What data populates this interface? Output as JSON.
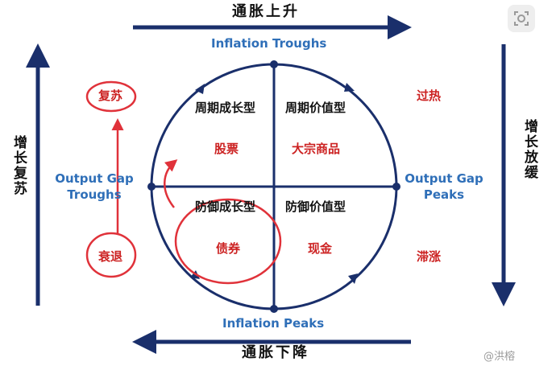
{
  "arrows": {
    "top": "通胀上升",
    "bottom": "通胀下降",
    "left": "增长复苏",
    "right": "增长放缓"
  },
  "axes": {
    "top": "Inflation Troughs",
    "bottom": "Inflation Peaks",
    "left": "Output Gap Troughs",
    "right": "Output Gap Peaks"
  },
  "quadrants": {
    "top_left": {
      "title": "周期成长型",
      "asset": "股票"
    },
    "top_right": {
      "title": "周期价值型",
      "asset": "大宗商品"
    },
    "bottom_left": {
      "title": "防御成长型",
      "asset": "债券"
    },
    "bottom_right": {
      "title": "防御价值型",
      "asset": "现金"
    }
  },
  "phases": {
    "recovery": "复苏",
    "overheat": "过热",
    "recession": "衰退",
    "stagflation": "滞涨"
  },
  "watermark": "@洪榕",
  "colors": {
    "arrow": "#1a2f6b",
    "circle": "#1a2f6b",
    "axis_label": "#2f6fb8",
    "phase": "#cc2222",
    "highlight": "#e0323a"
  },
  "icons": {
    "corner": "camera-scan-icon"
  }
}
